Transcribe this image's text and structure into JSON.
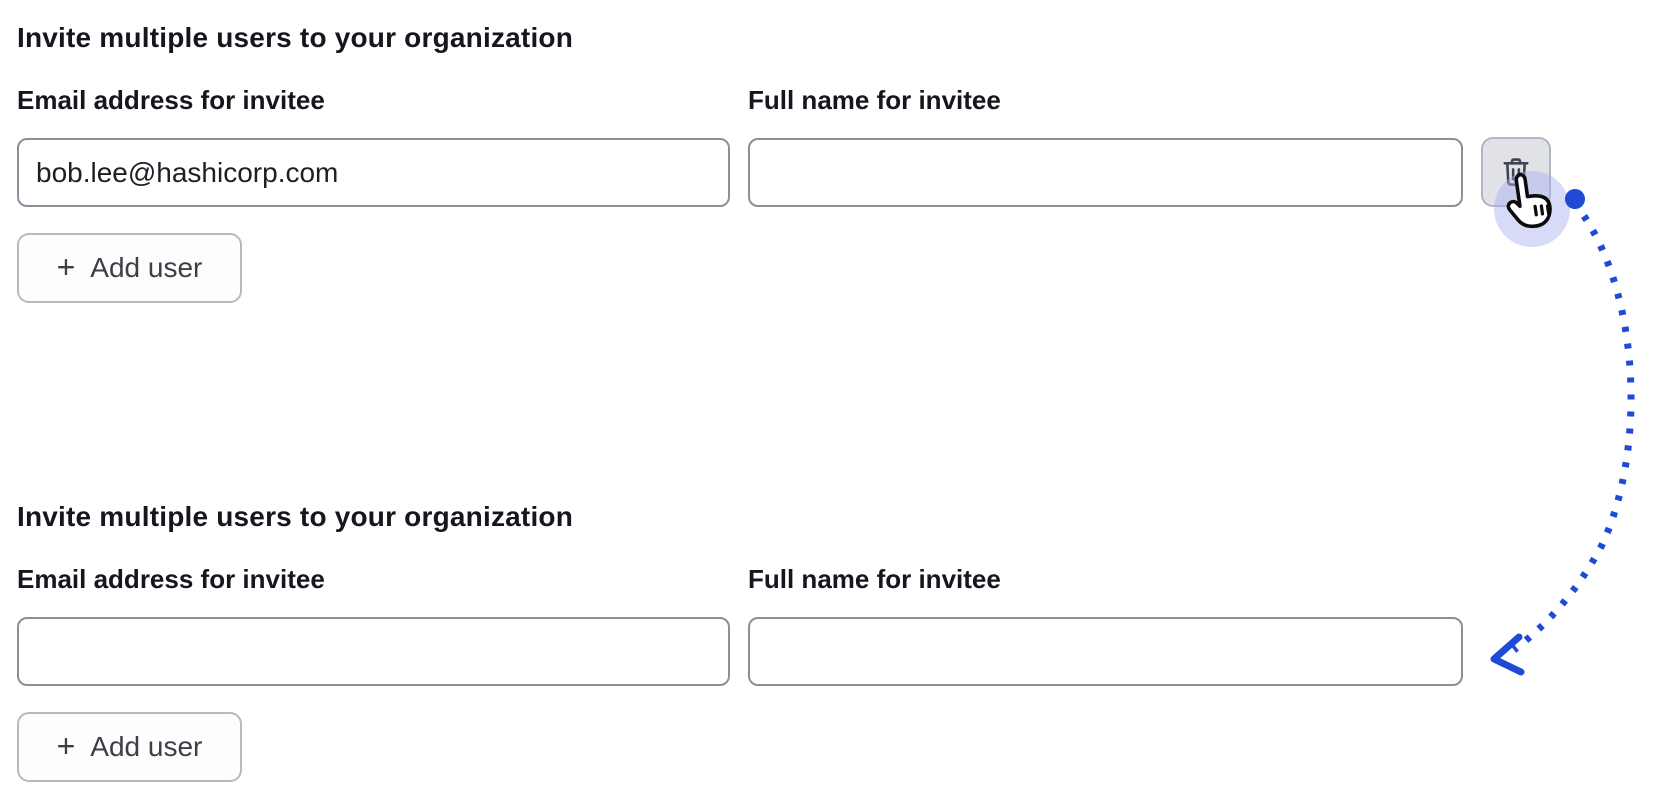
{
  "colors": {
    "accent_blue": "#1e4ad6",
    "text": "#15171e",
    "input_border": "#8c8f9a",
    "trash_button_bg": "#e0e2e8",
    "add_button_border": "#b7b9c0",
    "click_halo": "rgba(167,176,240,0.45)"
  },
  "glyphs": {
    "plus": "+"
  },
  "icons": {
    "delete": "trash-icon",
    "cursor": "hand-pointer-icon",
    "annotation": "dotted-curved-arrow"
  },
  "forms": [
    {
      "heading": "Invite multiple users to your organization",
      "fields": [
        {
          "label": "Email address for invitee",
          "value": "bob.lee@hashicorp.com"
        },
        {
          "label": "Full name for invitee",
          "value": ""
        }
      ],
      "add_button": {
        "label": "Add user"
      },
      "has_delete_button": true
    },
    {
      "heading": "Invite multiple users to your organization",
      "fields": [
        {
          "label": "Email address for invitee",
          "value": ""
        },
        {
          "label": "Full name for invitee",
          "value": ""
        }
      ],
      "add_button": {
        "label": "Add user"
      },
      "has_delete_button": false
    }
  ]
}
